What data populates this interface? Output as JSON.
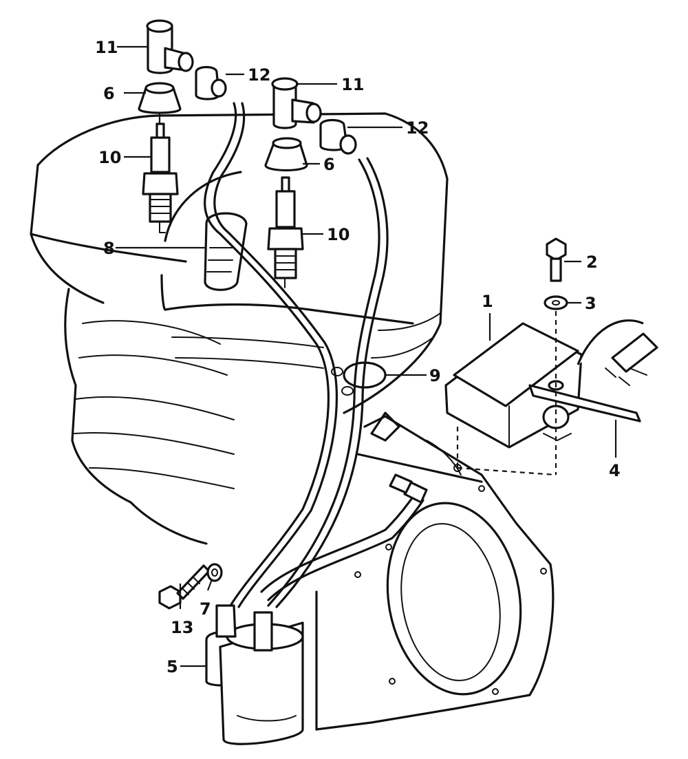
{
  "callouts": {
    "c1": "1",
    "c2": "2",
    "c3": "3",
    "c4": "4",
    "c5": "5",
    "c6a": "6",
    "c6b": "6",
    "c7": "7",
    "c8": "8",
    "c9": "9",
    "c10a": "10",
    "c10b": "10",
    "c11a": "11",
    "c11b": "11",
    "c12a": "12",
    "c12b": "12",
    "c13": "13"
  }
}
